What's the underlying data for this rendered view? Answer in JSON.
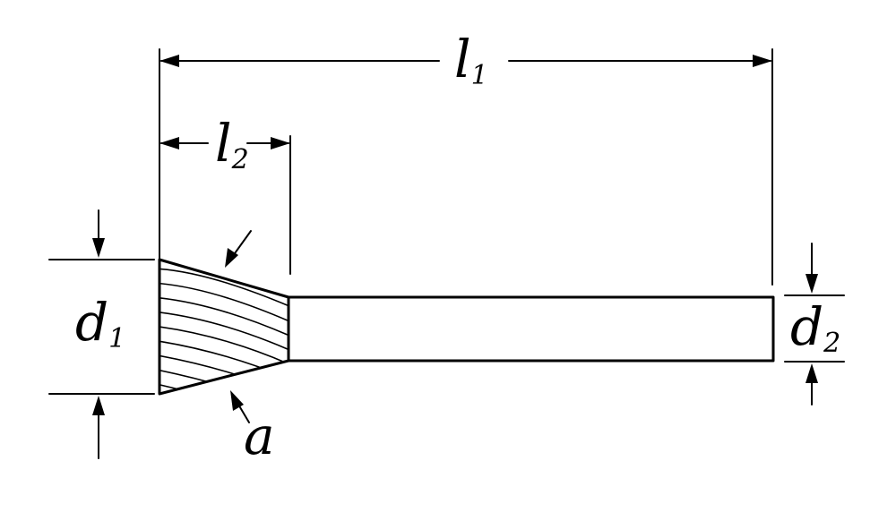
{
  "labels": {
    "l1": {
      "main": "l",
      "sub": "1"
    },
    "l2": {
      "main": "l",
      "sub": "2"
    },
    "d1": {
      "main": "d",
      "sub": "1"
    },
    "d2": {
      "main": "d",
      "sub": "2"
    },
    "a": "a"
  },
  "colors": {
    "ink": "#000000",
    "background": "#ffffff"
  }
}
